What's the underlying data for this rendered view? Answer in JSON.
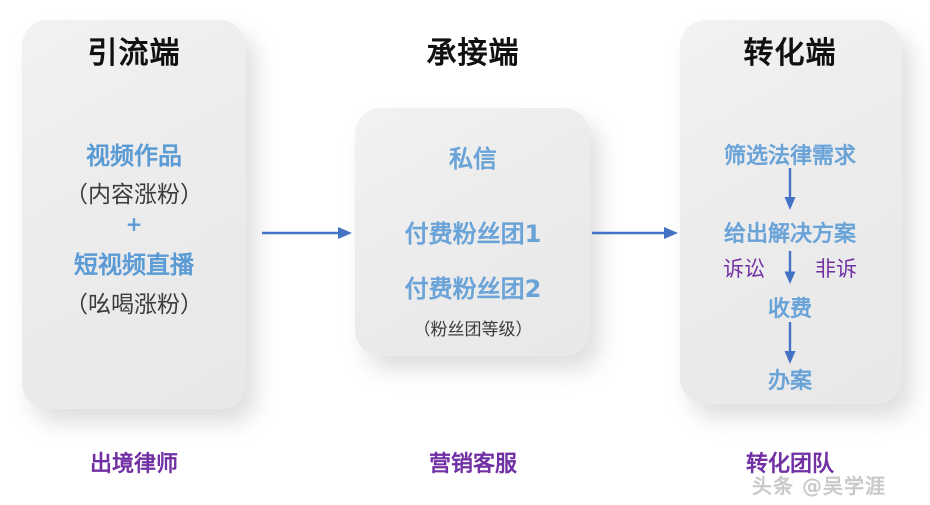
{
  "diagram": {
    "columns": [
      {
        "id": "traffic",
        "title": "引流端",
        "role_label": "出境律师",
        "lines": [
          {
            "text": "视频作品",
            "style": "blue"
          },
          {
            "text": "（内容涨粉）",
            "style": "gray"
          },
          {
            "text": "+",
            "style": "blue"
          },
          {
            "text": "短视频直播",
            "style": "blue"
          },
          {
            "text": "（吆喝涨粉）",
            "style": "gray"
          }
        ]
      },
      {
        "id": "intake",
        "title": "承接端",
        "role_label": "营销客服",
        "lines": [
          {
            "text": "私信",
            "style": "blue"
          },
          {
            "text": "付费粉丝团1",
            "style": "blue"
          },
          {
            "text": "付费粉丝团2",
            "style": "blue"
          },
          {
            "text": "（粉丝团等级）",
            "style": "gray"
          }
        ]
      },
      {
        "id": "conversion",
        "title": "转化端",
        "role_label": "转化团队",
        "lines": [
          {
            "text": "筛选法律需求",
            "style": "blue"
          },
          {
            "text": "给出解决方案",
            "style": "blue"
          },
          {
            "text": "收费",
            "style": "blue"
          },
          {
            "text": "办案",
            "style": "blue"
          }
        ],
        "split": {
          "left_label": "诉讼",
          "right_label": "非诉"
        }
      }
    ],
    "connectors": [
      {
        "name": "arrow-traffic-to-intake",
        "from": "引流端",
        "to": "承接端"
      },
      {
        "name": "arrow-intake-to-conversion",
        "from": "承接端",
        "to": "转化端"
      }
    ],
    "vertical_flow_arrows": 3
  },
  "watermark": {
    "text": "头条 @吴学涯"
  },
  "colors": {
    "blue": "#5b9bd5",
    "purple": "#7130a3",
    "title": "#101010",
    "card_bg": "#ececec",
    "connector": "#4472c4",
    "watermark": "#c9c9c9",
    "page_bg": "#ffffff"
  }
}
